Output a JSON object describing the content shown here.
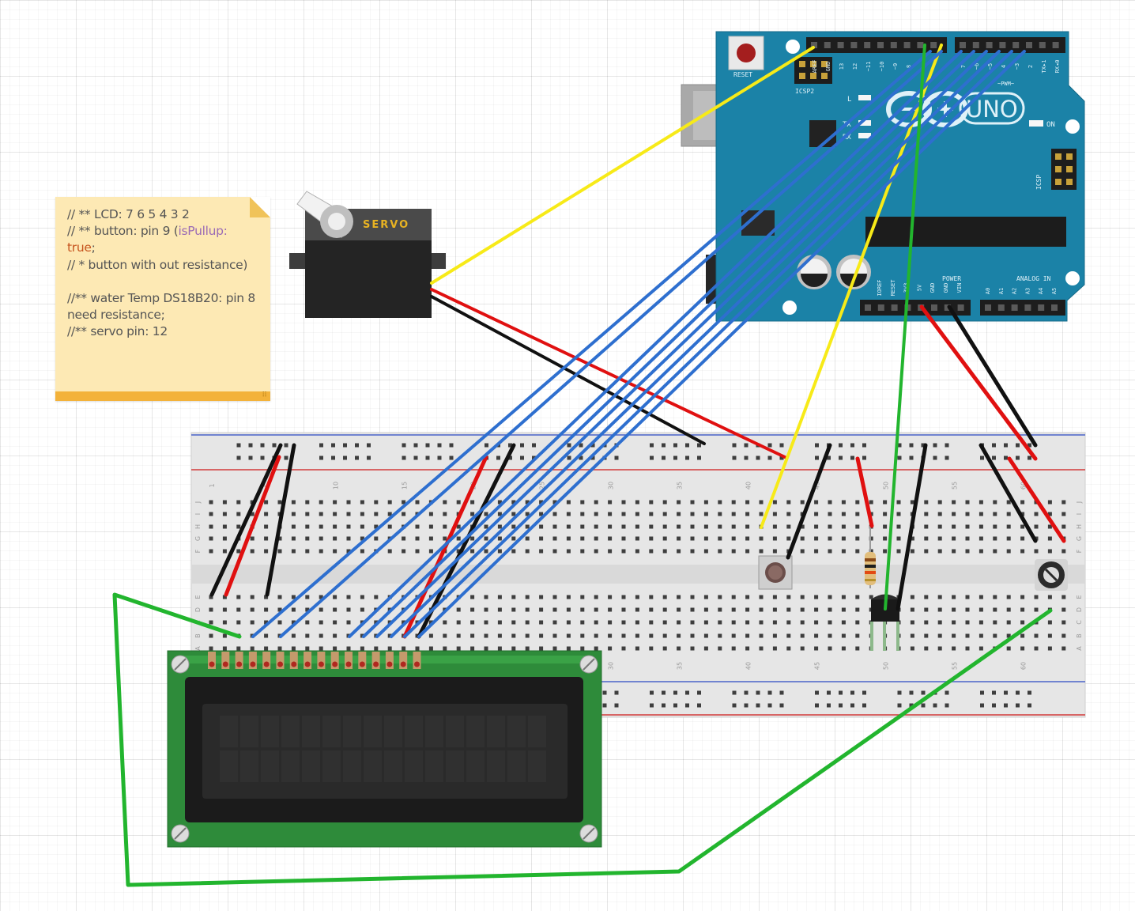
{
  "note": {
    "lines": [
      {
        "text": "// ** LCD: 7 6 5 4 3 2"
      },
      {
        "pre": "// ** button: pin 9 (",
        "kw": "isPullup:",
        "post": ""
      },
      {
        "pre": "",
        "bool": "true",
        "post": ";"
      },
      {
        "text": "// * button with out resistance)"
      },
      {
        "text": ""
      },
      {
        "text": "//** water Temp DS18B20: pin 8 need resistance;"
      },
      {
        "text": "//** servo pin: 12"
      }
    ]
  },
  "servo": {
    "label": "SERVO"
  },
  "arduino": {
    "logo": "UNO",
    "reset_label": "RESET",
    "icsp2_label": "ICSP2",
    "icsp_label": "ICSP",
    "l_label": "L",
    "tx_label": "TX",
    "rx_label": "RX",
    "on_label": "ON",
    "power_label": "POWER",
    "analog_label": "ANALOG IN",
    "pwm_label": "~PWM~",
    "digital_pins": [
      "AREF",
      "GND",
      "13",
      "12",
      "~11",
      "~10",
      "~9",
      "8",
      "7",
      "~6",
      "~5",
      "4",
      "~3",
      "2",
      "TX▸1",
      "RX◂0"
    ],
    "power_pins": [
      "IOREF",
      "RESET",
      "3V3",
      "5V",
      "GND",
      "GND",
      "VIN"
    ],
    "analog_pins": [
      "A0",
      "A1",
      "A2",
      "A3",
      "A4",
      "A5"
    ]
  },
  "breadboard": {
    "column_numbers": [
      "1",
      "5",
      "10",
      "15",
      "20",
      "25",
      "30",
      "35",
      "40",
      "45",
      "50",
      "55",
      "60"
    ],
    "row_letters_top": [
      "J",
      "I",
      "H",
      "G",
      "F"
    ],
    "row_letters_bottom": [
      "E",
      "D",
      "C",
      "B",
      "A"
    ]
  },
  "colors": {
    "wire_blue": "#2e6fcf",
    "wire_green": "#22b52e",
    "wire_red": "#e01010",
    "wire_black": "#111111",
    "wire_yellow": "#f7ea18",
    "arduino_board": "#1b82a7",
    "lcd_pcb": "#2e8b3a",
    "breadboard": "#e6e6e6",
    "note_bg": "#fde9b4"
  }
}
